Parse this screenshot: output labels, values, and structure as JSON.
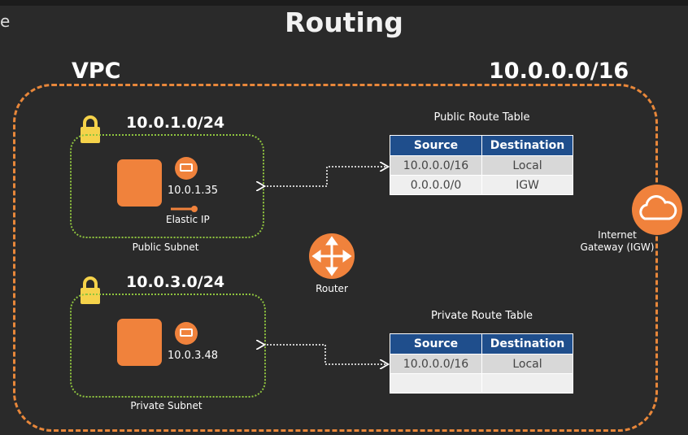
{
  "slide": {
    "title": "Routing",
    "edge_glyph": "e"
  },
  "vpc": {
    "label": "VPC",
    "cidr": "10.0.0.0/16",
    "border_color": "#e8873a"
  },
  "public_subnet": {
    "cidr": "10.0.1.0/24",
    "label": "Public Subnet",
    "instance_ip": "10.0.1.35",
    "elastic_ip_label": "Elastic IP",
    "border_color": "#8fc43f"
  },
  "private_subnet": {
    "cidr": "10.0.3.0/24",
    "label": "Private Subnet",
    "instance_ip": "10.0.3.48",
    "border_color": "#8fc43f"
  },
  "router": {
    "label": "Router",
    "icon": "router-icon"
  },
  "igw": {
    "label_line1": "Internet",
    "label_line2": "Gateway (IGW)",
    "icon": "cloud-icon"
  },
  "public_route_table": {
    "title": "Public Route Table",
    "headers": [
      "Source",
      "Destination"
    ],
    "rows": [
      [
        "10.0.0.0/16",
        "Local"
      ],
      [
        "0.0.0.0/0",
        "IGW"
      ]
    ]
  },
  "private_route_table": {
    "title": "Private Route Table",
    "headers": [
      "Source",
      "Destination"
    ],
    "rows": [
      [
        "10.0.0.0/16",
        "Local"
      ],
      [
        "",
        ""
      ]
    ]
  },
  "colors": {
    "accent_orange": "#f0823c",
    "table_header": "#1f4e8c",
    "background": "#2a2a2a"
  }
}
